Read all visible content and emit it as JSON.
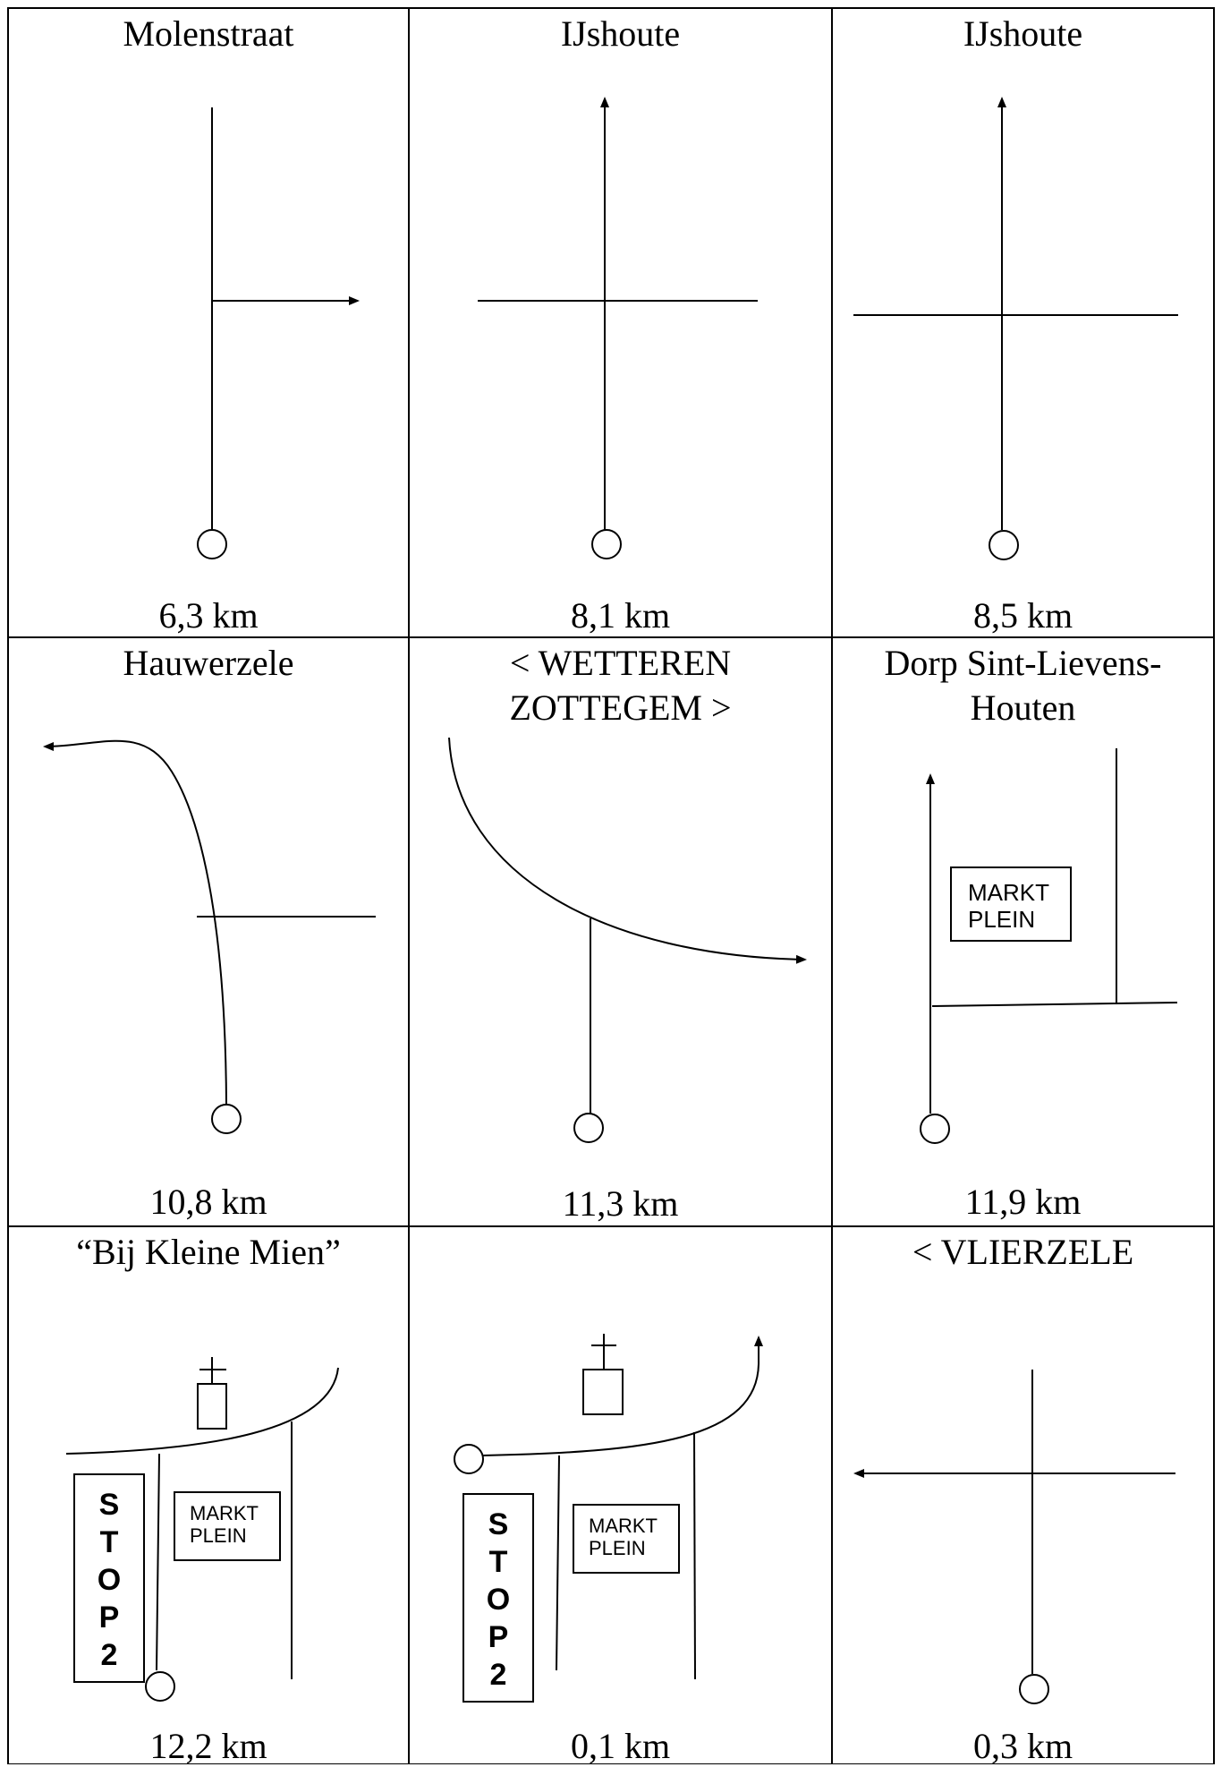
{
  "route": {
    "cells": [
      {
        "title": "Molenstraat",
        "distance": "6,3 km"
      },
      {
        "title": "IJshoute",
        "distance": "8,1 km"
      },
      {
        "title": "IJshoute",
        "distance": "8,5 km"
      },
      {
        "title": "Hauwerzele",
        "distance": "10,8 km"
      },
      {
        "title": "< WETTEREN\nZOTTEGEM >",
        "distance": "11,3 km"
      },
      {
        "title": "Dorp Sint-Lievens-\nHouten",
        "distance": "11,9 km"
      },
      {
        "title": "“Bij Kleine Mien”",
        "distance": "12,2 km"
      },
      {
        "title": "",
        "distance": "0,1 km"
      },
      {
        "title": "< VLIERZELE",
        "distance": "0,3 km"
      }
    ],
    "labels": {
      "markt_plein": "MARKT\nPLEIN",
      "stop": [
        "S",
        "T",
        "O",
        "P",
        "2"
      ]
    }
  }
}
